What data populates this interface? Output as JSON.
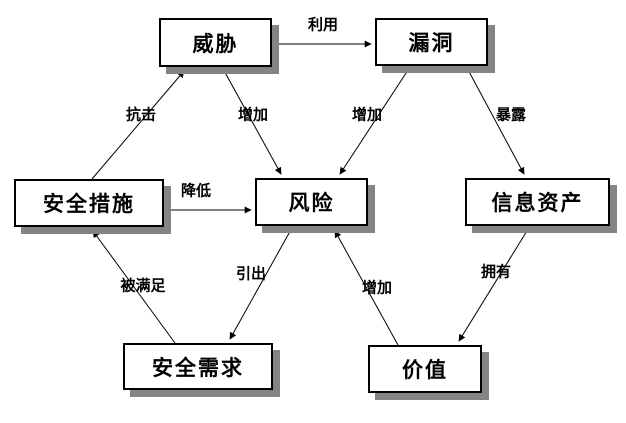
{
  "diagram": {
    "type": "concept-relationship-diagram",
    "language": "zh-CN",
    "colors": {
      "background": "#ffffff",
      "node_fill": "#ffffff",
      "node_border": "#000000",
      "node_shadow": "#848484",
      "edge_line": "#000000"
    },
    "nodes": [
      {
        "id": "threat",
        "label": "威胁"
      },
      {
        "id": "vulnerability",
        "label": "漏洞"
      },
      {
        "id": "security-measures",
        "label": "安全措施"
      },
      {
        "id": "risk",
        "label": "风险"
      },
      {
        "id": "information-assets",
        "label": "信息资产"
      },
      {
        "id": "security-requirements",
        "label": "安全需求"
      },
      {
        "id": "value",
        "label": "价值"
      }
    ],
    "edges": [
      {
        "from": "威胁",
        "to": "漏洞",
        "label": "利用"
      },
      {
        "from": "安全措施",
        "to": "威胁",
        "label": "抗击"
      },
      {
        "from": "威胁",
        "to": "风险",
        "label": "增加"
      },
      {
        "from": "漏洞",
        "to": "风险",
        "label": "增加"
      },
      {
        "from": "漏洞",
        "to": "信息资产",
        "label": "暴露"
      },
      {
        "from": "安全措施",
        "to": "风险",
        "label": "降低"
      },
      {
        "from": "安全需求",
        "to": "安全措施",
        "label": "被满足"
      },
      {
        "from": "风险",
        "to": "安全需求",
        "label": "引出"
      },
      {
        "from": "价值",
        "to": "风险",
        "label": "增加"
      },
      {
        "from": "信息资产",
        "to": "价值",
        "label": "拥有"
      }
    ]
  }
}
